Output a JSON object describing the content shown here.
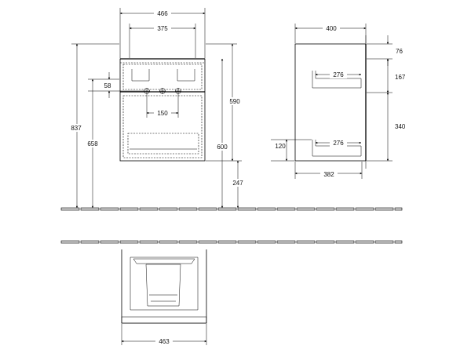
{
  "front_view": {
    "width_total": "466",
    "width_inner": "375",
    "tap_offset": "58",
    "tap_spacing": "150",
    "height_overall": "837",
    "height_to_top": "658",
    "cabinet_height": "590",
    "floor_to_top": "600",
    "floor_clearance": "247"
  },
  "side_view": {
    "depth_total": "400",
    "drawer_depth_top": "276",
    "drawer_depth_bottom": "276",
    "depth_inner": "382",
    "top_offset": "76",
    "upper_drawer_height": "167",
    "lower_drawer_height": "340",
    "lower_drawer_clearance": "120"
  },
  "plan_view": {
    "width": "463"
  }
}
